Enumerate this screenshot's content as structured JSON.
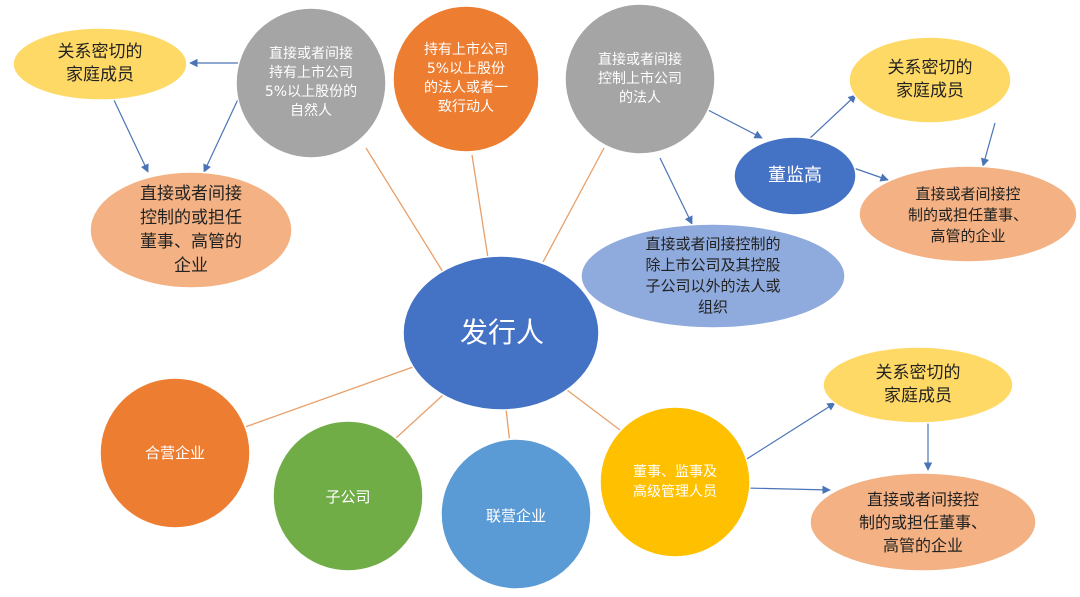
{
  "colors": {
    "gray": "#a5a5a5",
    "orange": "#ed7d31",
    "yellow": "#ffd966",
    "salmon": "#f4b183",
    "darkblue": "#4472c4",
    "lightblue": "#8faadc",
    "green": "#70ad47",
    "skyblue": "#5b9bd5",
    "gold": "#ffc000",
    "line_orange": "#e8a06a",
    "arrow_blue": "#4a74b8"
  },
  "nodes": {
    "issuer": "发行人",
    "natural_person": "直接或者间接\n持有上市公司\n5%以上股份的\n自然人",
    "legal_person_5pct": "持有上市公司\n5%以上股份\n的法人或者一\n致行动人",
    "controlling_legal_person": "直接或者间接\n控制上市公司\n的法人",
    "family_left": "关系密切的\n家庭成员",
    "enterprise_left": "直接或者间接\n控制的或担任\n董事、高管的\n企业",
    "dongjiangao": "董监高",
    "family_right_top": "关系密切的\n家庭成员",
    "enterprise_right_top": "直接或者间接控\n制的或担任董事、\n高管的企业",
    "other_legal_entity": "直接或者间接控制的\n除上市公司及其控股\n子公司以外的法人或\n组织",
    "joint_venture": "合营企业",
    "subsidiary": "子公司",
    "associate": "联营企业",
    "directors": "董事、监事及\n高级管理人员",
    "family_right_bottom": "关系密切的\n家庭成员",
    "enterprise_right_bottom": "直接或者间接控\n制的或担任董事、\n高管的企业"
  }
}
